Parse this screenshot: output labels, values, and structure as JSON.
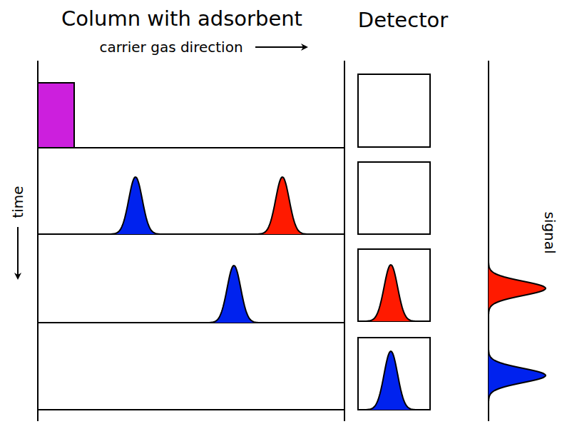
{
  "diagram": {
    "labels": [
      "Column with adsorbent",
      "Detector",
      "carrier gas direction",
      "time",
      "signal"
    ]
  }
}
